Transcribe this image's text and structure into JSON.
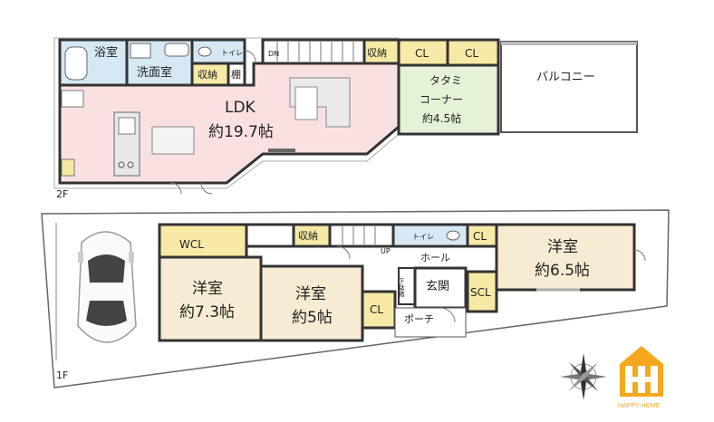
{
  "floor2": {
    "level_label": "2F",
    "rooms": {
      "bath": "浴室",
      "washroom": "洗面室",
      "toilet": "トイレ",
      "storage1": "収納",
      "shelf": "棚",
      "stairs_dn": "DN",
      "storage2": "収納",
      "cl1": "CL",
      "cl2": "CL",
      "ldk_name": "LDK",
      "ldk_size": "約19.7帖",
      "tatami_name1": "タタミ",
      "tatami_name2": "コーナー",
      "tatami_size": "約4.5帖",
      "balcony": "バルコニー"
    }
  },
  "floor1": {
    "level_label": "1F",
    "rooms": {
      "wcl": "WCL",
      "storage": "収納",
      "stairs_up": "UP",
      "toilet": "トイレ",
      "cl_top": "CL",
      "hall": "ホール",
      "western_a_name": "洋室",
      "western_a_size": "約7.3帖",
      "western_b_name": "洋室",
      "western_b_size": "約5帖",
      "cl_mid": "CL",
      "shoe_box": "下駄箱",
      "entrance": "玄関",
      "scl": "SCL",
      "porch": "ポーチ",
      "western_c_name": "洋室",
      "western_c_size": "約6.5帖"
    }
  },
  "brand": {
    "logo_text": "HAPPY HOME",
    "color": "#f4a81d"
  },
  "colors": {
    "ldk_fill": "#f9e1e1",
    "western_fill": "#f7ecd3",
    "tatami_fill": "#e6f2d8",
    "closet_fill": "#f6eaa6",
    "water_fill": "#d5e8f4",
    "wall": "#333333"
  }
}
